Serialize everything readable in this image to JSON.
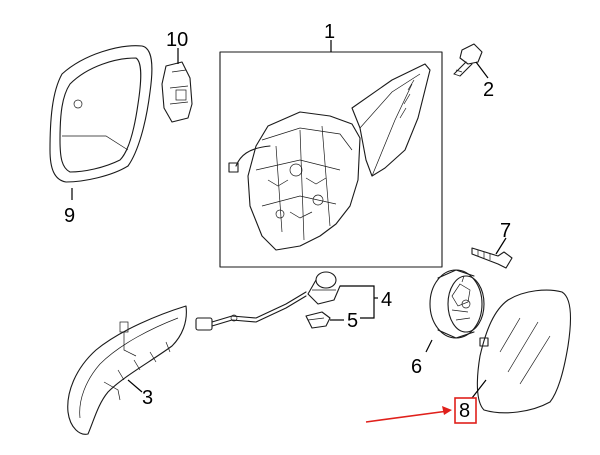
{
  "callouts": [
    {
      "id": "c1",
      "label": "1"
    },
    {
      "id": "c2",
      "label": "2"
    },
    {
      "id": "c3",
      "label": "3"
    },
    {
      "id": "c4",
      "label": "4"
    },
    {
      "id": "c5",
      "label": "5"
    },
    {
      "id": "c6",
      "label": "6"
    },
    {
      "id": "c7",
      "label": "7"
    },
    {
      "id": "c8",
      "label": "8"
    },
    {
      "id": "c9",
      "label": "9"
    },
    {
      "id": "c10",
      "label": "10"
    }
  ],
  "highlight": {
    "label_ref": "8",
    "box_color": "#e0201b",
    "arrow_color": "#e0201b"
  },
  "colors": {
    "ink": "#1a1a1a",
    "background": "#ffffff"
  }
}
